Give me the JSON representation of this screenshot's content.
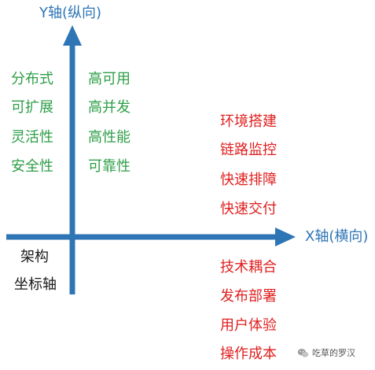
{
  "axes": {
    "y_title": "Y轴(纵向)",
    "x_title": "X轴(横向)",
    "axis_color": "#2e75b6"
  },
  "quadrant_top_left": {
    "column_a": [
      "分布式",
      "可扩展",
      "灵活性",
      "安全性"
    ],
    "column_b": [
      "高可用",
      "高并发",
      "高性能",
      "可靠性"
    ],
    "color": "#2e9e47"
  },
  "quadrant_top_right": {
    "items": [
      "环境搭建",
      "链路监控",
      "快速排障",
      "快速交付"
    ],
    "color": "#e02020"
  },
  "quadrant_bottom_right": {
    "items": [
      "技术耦合",
      "发布部署",
      "用户体验",
      "操作成本"
    ],
    "color": "#e02020"
  },
  "quadrant_bottom_left": {
    "items": [
      "架构",
      "坐标轴"
    ]
  },
  "watermark": {
    "text": "吃草的罗汉",
    "icon": "wechat-icon"
  }
}
